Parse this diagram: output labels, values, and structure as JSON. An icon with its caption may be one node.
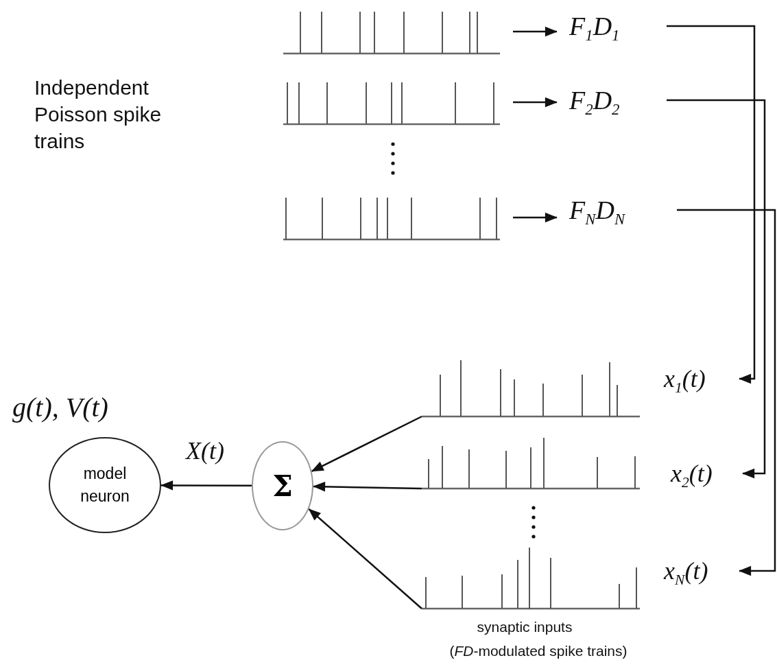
{
  "diagram": {
    "nodes": [
      {
        "text": [],
        "shape": "picture"
      },
      {
        "text": [],
        "shape": "picture"
      },
      {
        "text": [],
        "shape": "picture"
      },
      {
        "text": [
          "F$_{1}$D$_{1}$"
        ]
      },
      {
        "text": [
          "F$_{2}$D$_{2}$"
        ]
      },
      {
        "text": [
          "F$_{N}$D$_{N}$"
        ]
      },
      {
        "text": [
          "x$_{1}$(t)"
        ]
      },
      {
        "text": [
          "x$_{2}$(t)"
        ]
      },
      {
        "text": [
          "x$_{N}$(t)"
        ]
      },
      {
        "text": [],
        "shape": "picture"
      },
      {
        "text": [],
        "shape": "picture"
      },
      {
        "text": [],
        "shape": "picture"
      },
      {
        "text": [
          "Σ"
        ]
      },
      {
        "text": [
          "model neuron"
        ],
        "beside": [
          "g(t), V(t)"
        ]
      }
    ],
    "edges": [
      {
        "from": 0,
        "to": 3,
        "arrow": "to"
      },
      {
        "from": 1,
        "to": 4,
        "arrow": "to"
      },
      {
        "from": 2,
        "to": 5,
        "arrow": "to"
      },
      {
        "from": 3,
        "to": 6,
        "arrow": "to"
      },
      {
        "from": 4,
        "to": 7,
        "arrow": "to"
      },
      {
        "from": 5,
        "to": 8,
        "arrow": "to"
      },
      {
        "from": 9,
        "to": 12,
        "arrow": "to"
      },
      {
        "from": 10,
        "to": 12,
        "arrow": "to"
      },
      {
        "from": 11,
        "to": 12,
        "arrow": "to"
      },
      {
        "from": 12,
        "to": 13,
        "arrow": "to",
        "label": "X(t)"
      }
    ],
    "labels": [
      "Independent Poisson spike trains",
      "synaptic inputs",
      "(*FD*-modulated spike trains)"
    ]
  }
}
